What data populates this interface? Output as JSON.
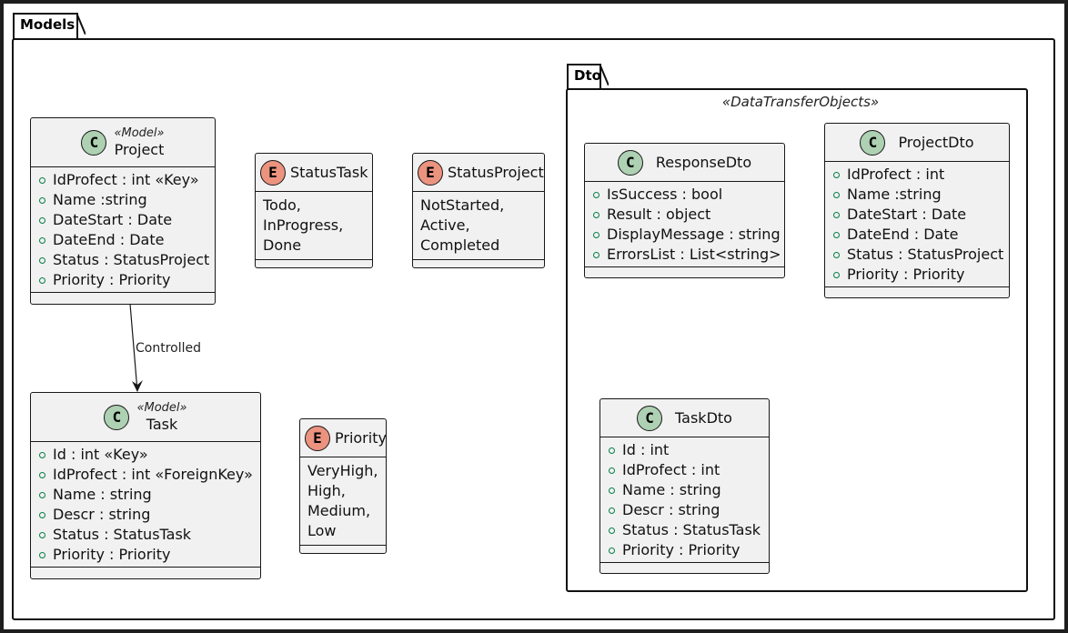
{
  "packages": {
    "models": {
      "label": "Models"
    },
    "dto": {
      "label": "Dto",
      "stereotype": "«DataTransferObjects»"
    }
  },
  "classes": {
    "project": {
      "stereotype": "«Model»",
      "name": "Project",
      "badge": "C",
      "fields": [
        "IdProfect : int «Key»",
        "Name :string",
        "DateStart : Date",
        "DateEnd : Date",
        "Status : StatusProject",
        "Priority : Priority"
      ]
    },
    "task": {
      "stereotype": "«Model»",
      "name": "Task",
      "badge": "C",
      "fields": [
        "Id : int «Key»",
        "IdProfect : int «ForeignKey»",
        "Name : string",
        "Descr : string",
        "Status : StatusTask",
        "Priority : Priority"
      ]
    },
    "responseDto": {
      "name": "ResponseDto",
      "badge": "C",
      "fields": [
        "IsSuccess : bool",
        "Result : object",
        "DisplayMessage : string",
        "ErrorsList : List<string>"
      ]
    },
    "projectDto": {
      "name": "ProjectDto",
      "badge": "C",
      "fields": [
        "IdProfect : int",
        "Name :string",
        "DateStart : Date",
        "DateEnd : Date",
        "Status : StatusProject",
        "Priority : Priority"
      ]
    },
    "taskDto": {
      "name": "TaskDto",
      "badge": "C",
      "fields": [
        "Id : int",
        "IdProfect : int",
        "Name : string",
        "Descr : string",
        "Status : StatusTask",
        "Priority : Priority"
      ]
    }
  },
  "enums": {
    "statusTask": {
      "name": "StatusTask",
      "badge": "E",
      "values": [
        "Todo,",
        "InProgress,",
        "Done"
      ]
    },
    "statusProject": {
      "name": "StatusProject",
      "badge": "E",
      "values": [
        "NotStarted,",
        "Active,",
        "Completed"
      ]
    },
    "priority": {
      "name": "Priority",
      "badge": "E",
      "values": [
        "VeryHigh,",
        "High,",
        "Medium,",
        "Low"
      ]
    }
  },
  "relations": [
    {
      "from": "Project",
      "to": "Task",
      "label": "Controlled"
    }
  ],
  "colors": {
    "class_badge": "#add1b2",
    "enum_badge": "#eb937f",
    "public_dot": "#038048",
    "box_fill": "#f1f1f1"
  }
}
